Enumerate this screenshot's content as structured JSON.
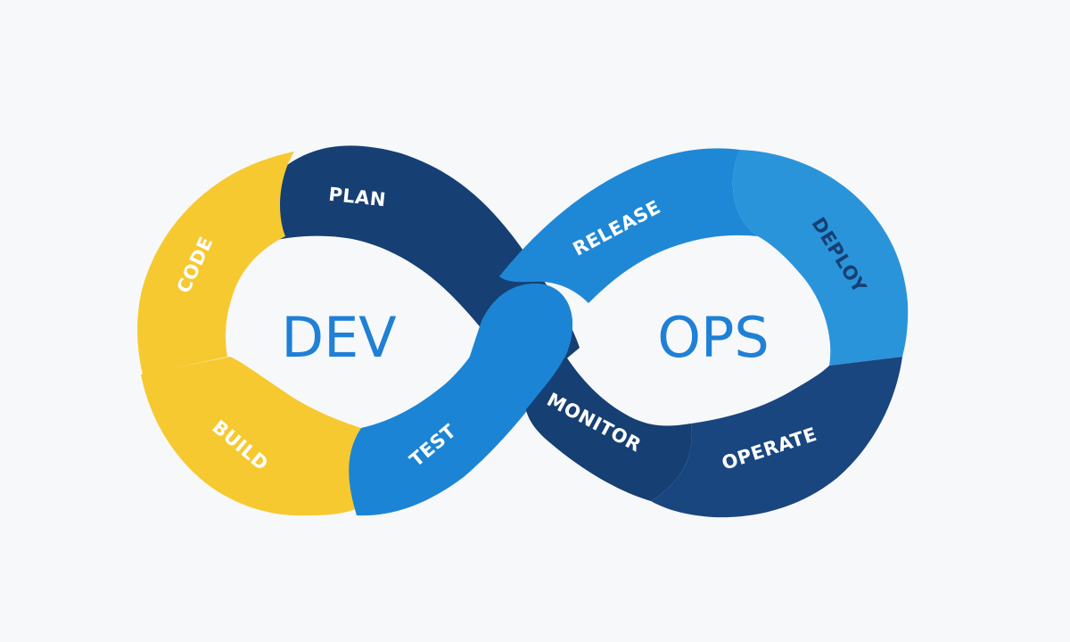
{
  "center": {
    "left_word": "DEV",
    "right_word": "OPS",
    "word_color": "#1f80d6"
  },
  "stages": [
    {
      "id": "code",
      "label": "CODE",
      "color": "#f6c930",
      "text_color": "#ffffff"
    },
    {
      "id": "build",
      "label": "BUILD",
      "color": "#f6c930",
      "text_color": "#ffffff"
    },
    {
      "id": "plan",
      "label": "PLAN",
      "color": "#163f73",
      "text_color": "#ffffff"
    },
    {
      "id": "test",
      "label": "TEST",
      "color": "#1c84d4",
      "text_color": "#ffffff"
    },
    {
      "id": "release",
      "label": "RELEASE",
      "color": "#1f88d6",
      "text_color": "#ffffff"
    },
    {
      "id": "deploy",
      "label": "DEPLOY",
      "color": "#2a94da",
      "text_color": "#163f73"
    },
    {
      "id": "monitor",
      "label": "MONITOR",
      "color": "#163f73",
      "text_color": "#ffffff"
    },
    {
      "id": "operate",
      "label": "OPERATE",
      "color": "#1a4680",
      "text_color": "#ffffff"
    }
  ]
}
